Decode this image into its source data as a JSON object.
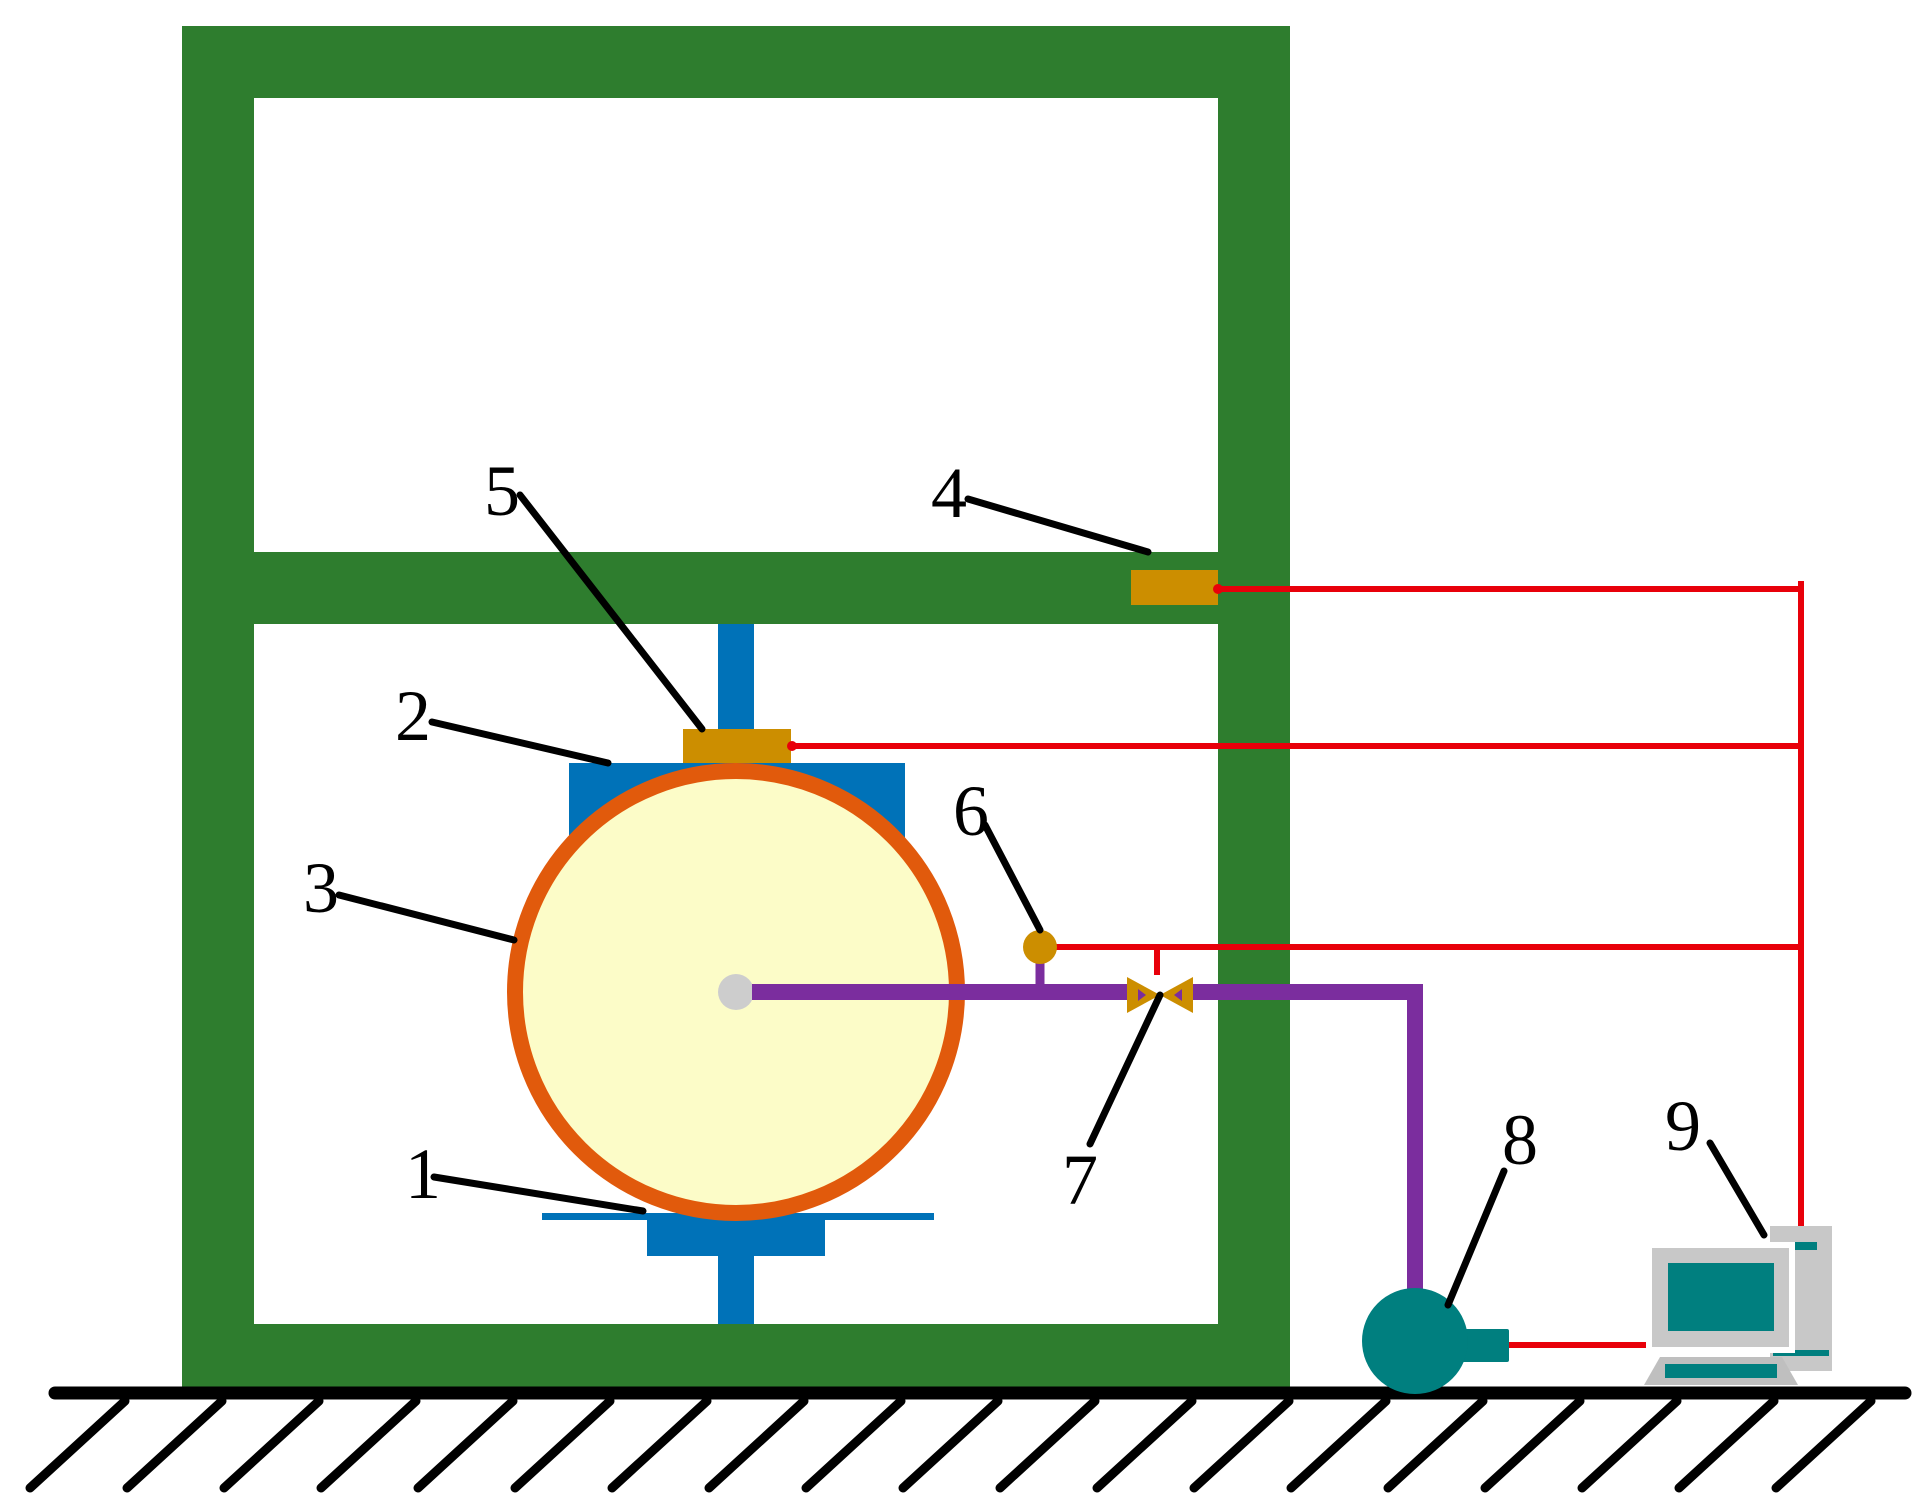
{
  "colors": {
    "frame": "#2E7D2E",
    "actuator": "#0072B8",
    "sensor": "#CC8E00",
    "wire": "#E8000A",
    "pipe": "#7B2D9E",
    "vessel_ring": "#E15A0C",
    "vessel_fill": "#FCFCC8",
    "pump": "#007F7F",
    "computer_case": "#C8C8C8",
    "screen": "#007F7F",
    "ground": "#000000"
  },
  "labels": {
    "l1": "1",
    "l2": "2",
    "l3": "3",
    "l4": "4",
    "l5": "5",
    "l6": "6",
    "l7": "7",
    "l8": "8",
    "l9": "9"
  },
  "icons": {
    "valve": "valve-icon",
    "pump": "pump-icon",
    "computer": "computer-icon"
  }
}
